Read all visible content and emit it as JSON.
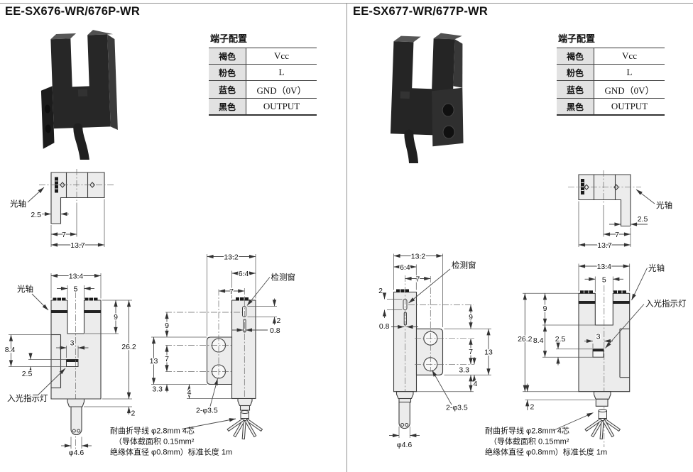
{
  "page": {
    "bg": "#ffffff",
    "rule_color": "#909090",
    "line_color": "#3c3c3c",
    "fill_color": "#ececec",
    "table_header_bg": "#e2e2e2"
  },
  "left": {
    "title": "EE-SX676-WR/676P-WR",
    "terminal": {
      "title": "端子配置",
      "rows": [
        {
          "color": "褐色",
          "signal": "Vcc"
        },
        {
          "color": "粉色",
          "signal": "L"
        },
        {
          "color": "蓝色",
          "signal": "GND（0V）"
        },
        {
          "color": "黑色",
          "signal": "OUTPUT"
        }
      ]
    },
    "top_view": {
      "axis": "光轴",
      "d25": "2.5",
      "d7": "7",
      "d137": "13.7"
    },
    "front_view": {
      "axis": "光轴",
      "indicator": "入光指示灯",
      "d134": "13.4",
      "d5": "5",
      "d9": "9",
      "d262": "26.2",
      "d84": "8.4",
      "d25": "2.5",
      "d3": "3",
      "d2": "2",
      "cable": "φ4.6"
    },
    "side_view": {
      "window": "检测窗",
      "d132": "13.2",
      "d64": "6.4",
      "d7": "7",
      "d9": "9",
      "d13": "13",
      "d7b": "7",
      "d33": "3.3",
      "d4": "4",
      "d2": "2",
      "d08": "0.8",
      "holes": "2-φ3.5"
    },
    "note": {
      "l1": "耐曲折导线 φ2.8mm 4芯",
      "l2": "（导体截面积 0.15mm²",
      "l3": "绝缘体直径 φ0.8mm）标准长度 1m"
    }
  },
  "right": {
    "title": "EE-SX677-WR/677P-WR",
    "terminal": {
      "title": "端子配置",
      "rows": [
        {
          "color": "褐色",
          "signal": "Vcc"
        },
        {
          "color": "粉色",
          "signal": "L"
        },
        {
          "color": "蓝色",
          "signal": "GND（0V）"
        },
        {
          "color": "黑色",
          "signal": "OUTPUT"
        }
      ]
    },
    "top_view": {
      "axis": "光轴",
      "d25": "2.5",
      "d7": "7",
      "d137": "13.7"
    },
    "front_view": {
      "axis": "光轴",
      "indicator": "入光指示灯",
      "d134": "13.4",
      "d5": "5",
      "d9": "9",
      "d262": "26.2",
      "d84": "8.4",
      "d25": "2.5",
      "d3": "3",
      "d2": "2"
    },
    "side_view": {
      "window": "检测窗",
      "d132": "13.2",
      "d64": "6.4",
      "d7": "7",
      "d9": "9",
      "d13": "13",
      "d7b": "7",
      "d33": "3.3",
      "d4": "4",
      "d2": "2",
      "d08": "0.8",
      "holes": "2-φ3.5",
      "cable": "φ4.6"
    },
    "note": {
      "l1": "耐曲折导线 φ2.8mm 4芯",
      "l2": "（导体截面积 0.15mm²",
      "l3": "绝缘体直径 φ0.8mm）标准长度 1m"
    }
  }
}
